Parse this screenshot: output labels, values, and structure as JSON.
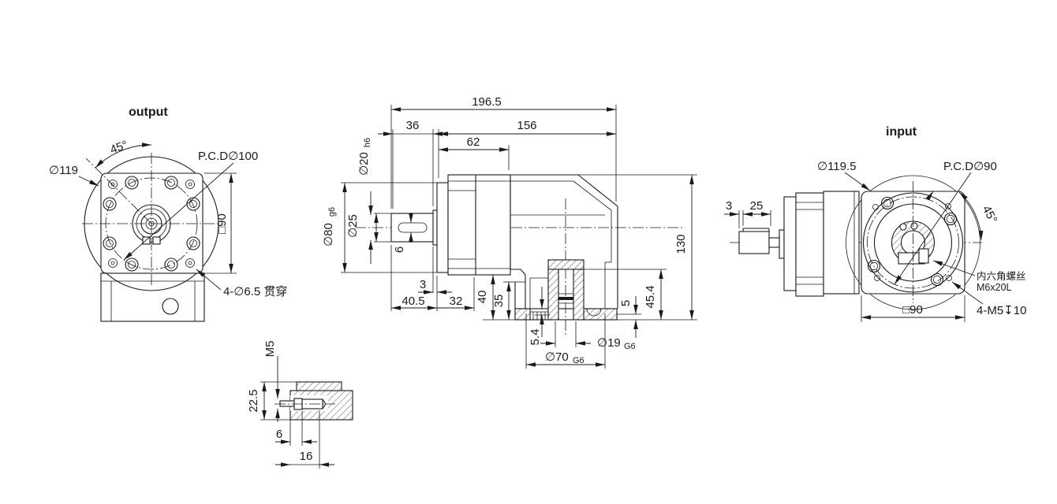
{
  "colors": {
    "ink": "#1a1a1a",
    "bg": "#ffffff"
  },
  "output_view": {
    "title": "output",
    "angle": "45°",
    "outer_dia": "∅119",
    "pcd": "P.C.D∅100",
    "square": "□90",
    "corner_holes": "4-∅6.5 贯穿"
  },
  "side_view": {
    "overall_len": "196.5",
    "shaft_section": "36",
    "body_len": "156",
    "front_stage": "62",
    "shaft_tip_dia": {
      "main": "∅20",
      "sub": "h6"
    },
    "pilot_dia": {
      "main": "∅80",
      "sub": "g6"
    },
    "shaft_dia": "∅25",
    "key_width": "6",
    "collar": "3",
    "shaft_len": "40.5",
    "stage_len": "32",
    "body_drop": "40",
    "step": "35",
    "slot_depth": "5.4",
    "bore_dia": {
      "main": "∅19",
      "sub": "G6"
    },
    "spigot_dia": {
      "main": "∅70",
      "sub": "G6"
    },
    "plate": "5",
    "flange_height": "45.4",
    "total_height": "130"
  },
  "detail_view": {
    "thread": "M5",
    "depth": "22.5",
    "head": "6",
    "length": "16"
  },
  "input_view": {
    "title": "input",
    "outer_dia": "∅119.5",
    "pcd": "P.C.D∅90",
    "angle": "45°",
    "key_offset": "3",
    "shaft_len": "25",
    "screw_note_line1": "内六角螺丝",
    "screw_note_line2": "M6x20L",
    "tapped_holes": "4-M5↧10",
    "square": "□90"
  }
}
